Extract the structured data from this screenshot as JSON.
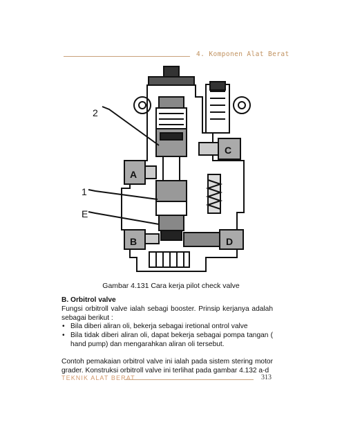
{
  "header": {
    "chapter": "4. Komponen Alat Berat"
  },
  "figure": {
    "labels": {
      "label_2": "2",
      "label_1": "1",
      "label_e": "E",
      "label_a": "A",
      "label_b": "B",
      "label_c": "C",
      "label_d": "D"
    },
    "caption": "Gambar 4.131 Cara kerja pilot check valve"
  },
  "section": {
    "title": "B. Orbitrol valve",
    "intro": "Fungsi orbitroll valve ialah sebagi booster. Prinsip kerjanya adalah sebagai berikut :",
    "bullets": [
      "Bila diberi  aliran oli, bekerja sebagai iretional ontrol valve",
      "Bila tidak diberi aliran oli, dapat bekerja sebagai pompa tangan ( hand pump) dan mengarahkan aliran oli tersebut."
    ],
    "bullet_symbol": "•",
    "paragraph2": "Contoh pemakaian orbitrol valve ini ialah pada sistem stering motor grader. Konstruksi orbitroll valve ini terlihat pada gambar 4.132 a-d"
  },
  "footer": {
    "book_title": "TEKNIK ALAT BERAT",
    "page_number": "313"
  }
}
